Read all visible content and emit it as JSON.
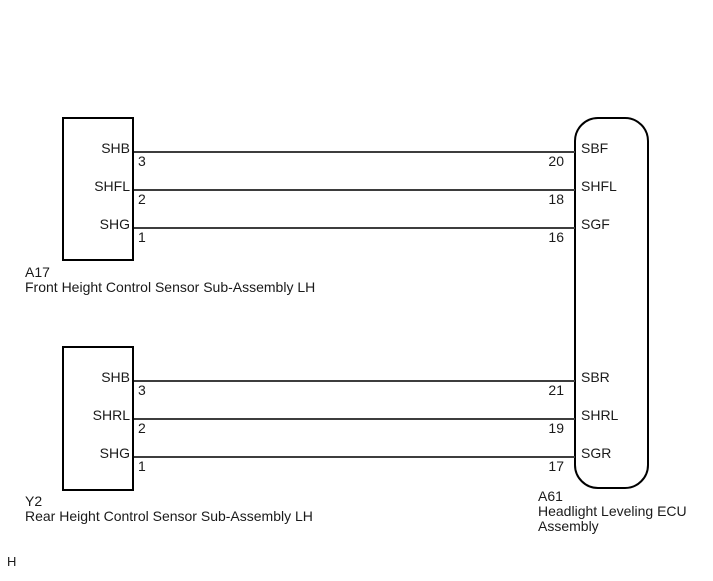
{
  "page": {
    "background": "#ffffff",
    "footer_mark": "H"
  },
  "colors": {
    "box_outline": "#000000",
    "wire": "#3d3d3d",
    "text": "#1a1a1a"
  },
  "components": {
    "front_sensor": {
      "code": "A17",
      "label": "Front Height Control Sensor Sub-Assembly LH",
      "pins": [
        {
          "name": "SHB",
          "number": "3"
        },
        {
          "name": "SHFL",
          "number": "2"
        },
        {
          "name": "SHG",
          "number": "1"
        }
      ]
    },
    "rear_sensor": {
      "code": "Y2",
      "label": "Rear Height Control Sensor Sub-Assembly LH",
      "pins": [
        {
          "name": "SHB",
          "number": "3"
        },
        {
          "name": "SHRL",
          "number": "2"
        },
        {
          "name": "SHG",
          "number": "1"
        }
      ]
    },
    "ecu": {
      "code": "A61",
      "label_line1": "Headlight Leveling ECU",
      "label_line2": "Assembly",
      "front_pins": [
        {
          "number": "20",
          "name": "SBF"
        },
        {
          "number": "18",
          "name": "SHFL"
        },
        {
          "number": "16",
          "name": "SGF"
        }
      ],
      "rear_pins": [
        {
          "number": "21",
          "name": "SBR"
        },
        {
          "number": "19",
          "name": "SHRL"
        },
        {
          "number": "17",
          "name": "SGR"
        }
      ]
    }
  }
}
